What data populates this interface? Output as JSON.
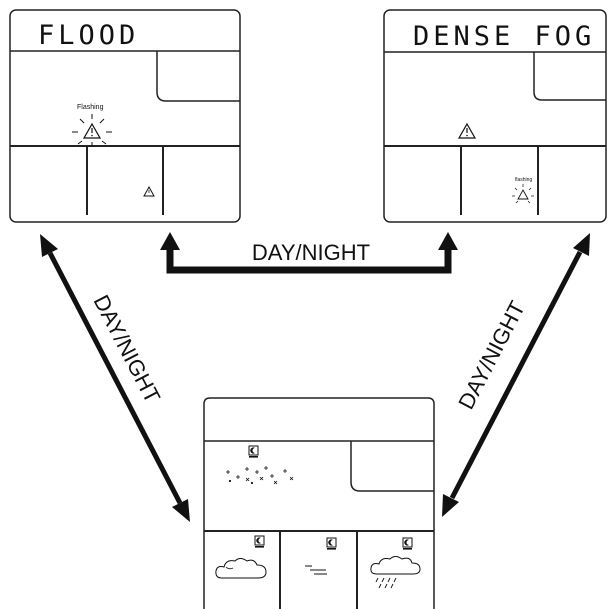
{
  "panels": {
    "flood": {
      "title": "FLOOD",
      "flash_label": "Flashing"
    },
    "fog": {
      "title": "DENSE FOG",
      "flash_label": "flashing"
    }
  },
  "arrows": {
    "top": "DAY/NIGHT",
    "left": "DAY/NIGHT",
    "right": "DAY/NIGHT"
  },
  "icons": {
    "warning": "warning-triangle-icon",
    "night": "night-moon-icon",
    "cloud": "cloud-icon",
    "fog": "fog-icon",
    "rain": "rain-cloud-icon",
    "stars": "stars-icon"
  }
}
